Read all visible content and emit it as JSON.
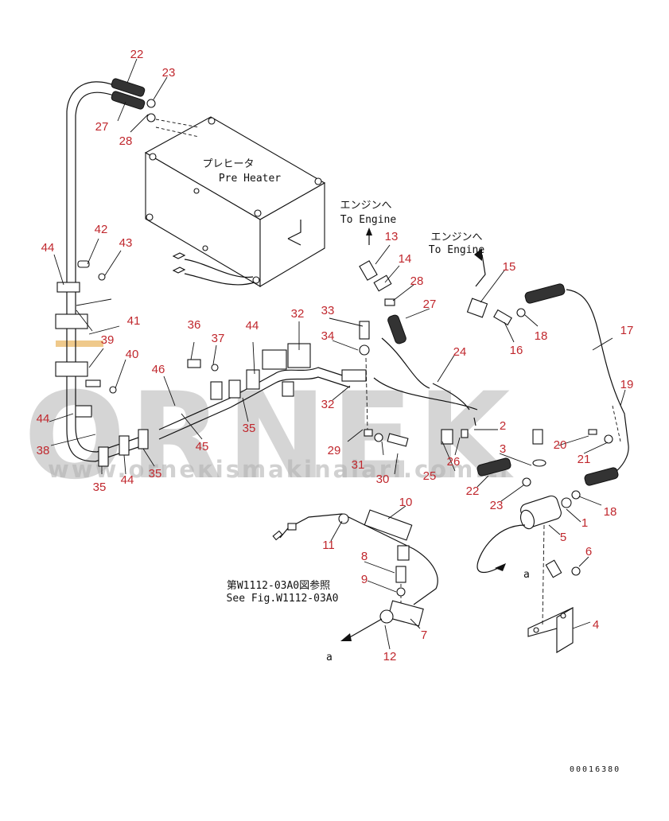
{
  "diagram": {
    "box_label_jp": "プレヒータ",
    "box_label_en": "Pre Heater",
    "engine_label_1_jp": "エンジンへ",
    "engine_label_1_en": "To Engine",
    "engine_label_2_jp": "エンジンへ",
    "engine_label_2_en": "To Engine",
    "reference_jp": "第W1112-03A0図参照",
    "reference_en": "See Fig.W1112-03A0",
    "connector_a_1": "a",
    "connector_a_2": "a",
    "drawing_number": "00016380",
    "watermark_big": "ORNEK",
    "watermark_url": "www.orneкismakinalari.com.tr"
  },
  "labels": [
    {
      "id": "22a",
      "text": "22"
    },
    {
      "id": "23a",
      "text": "23"
    },
    {
      "id": "27a",
      "text": "27"
    },
    {
      "id": "28a",
      "text": "28"
    },
    {
      "id": "44a",
      "text": "44"
    },
    {
      "id": "42",
      "text": "42"
    },
    {
      "id": "43",
      "text": "43"
    },
    {
      "id": "41",
      "text": "41"
    },
    {
      "id": "39",
      "text": "39"
    },
    {
      "id": "40",
      "text": "40"
    },
    {
      "id": "44b",
      "text": "44"
    },
    {
      "id": "38",
      "text": "38"
    },
    {
      "id": "35a",
      "text": "35"
    },
    {
      "id": "44c",
      "text": "44"
    },
    {
      "id": "35b",
      "text": "35"
    },
    {
      "id": "46",
      "text": "46"
    },
    {
      "id": "45",
      "text": "45"
    },
    {
      "id": "36",
      "text": "36"
    },
    {
      "id": "37",
      "text": "37"
    },
    {
      "id": "44d",
      "text": "44"
    },
    {
      "id": "35c",
      "text": "35"
    },
    {
      "id": "32a",
      "text": "32"
    },
    {
      "id": "33",
      "text": "33"
    },
    {
      "id": "34",
      "text": "34"
    },
    {
      "id": "32b",
      "text": "32"
    },
    {
      "id": "29",
      "text": "29"
    },
    {
      "id": "31",
      "text": "31"
    },
    {
      "id": "30",
      "text": "30"
    },
    {
      "id": "13",
      "text": "13"
    },
    {
      "id": "14",
      "text": "14"
    },
    {
      "id": "28b",
      "text": "28"
    },
    {
      "id": "27b",
      "text": "27"
    },
    {
      "id": "24",
      "text": "24"
    },
    {
      "id": "25",
      "text": "25"
    },
    {
      "id": "26",
      "text": "26"
    },
    {
      "id": "15",
      "text": "15"
    },
    {
      "id": "16",
      "text": "16"
    },
    {
      "id": "18a",
      "text": "18"
    },
    {
      "id": "17",
      "text": "17"
    },
    {
      "id": "19",
      "text": "19"
    },
    {
      "id": "2",
      "text": "2"
    },
    {
      "id": "3",
      "text": "3"
    },
    {
      "id": "20",
      "text": "20"
    },
    {
      "id": "21",
      "text": "21"
    },
    {
      "id": "22b",
      "text": "22"
    },
    {
      "id": "23b",
      "text": "23"
    },
    {
      "id": "18b",
      "text": "18"
    },
    {
      "id": "1",
      "text": "1"
    },
    {
      "id": "5",
      "text": "5"
    },
    {
      "id": "6",
      "text": "6"
    },
    {
      "id": "4",
      "text": "4"
    },
    {
      "id": "10",
      "text": "10"
    },
    {
      "id": "11",
      "text": "11"
    },
    {
      "id": "8",
      "text": "8"
    },
    {
      "id": "9",
      "text": "9"
    },
    {
      "id": "7",
      "text": "7"
    },
    {
      "id": "12",
      "text": "12"
    }
  ]
}
